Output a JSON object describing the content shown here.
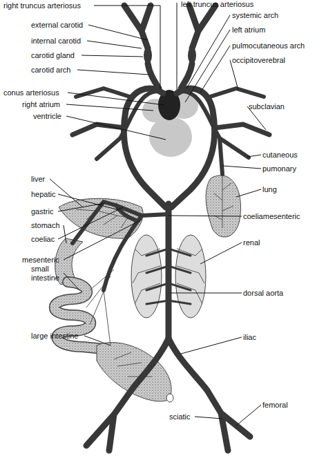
{
  "diagram": {
    "labels": [
      "right truncus arteriosus",
      "left truncus arteriosus",
      "external carotid",
      "systemic arch",
      "internal carotid",
      "left atrium",
      "carotid gland",
      "pulmocutaneous arch",
      "carotid arch",
      "occipitoverebral",
      "conus arteriosus",
      "subclavian",
      "right atrium",
      "ventricle",
      "cutaneous",
      "pumonary",
      "liver",
      "lung",
      "hepatic",
      "gastric",
      "coeliamesenteric",
      "stomach",
      "coeliac",
      "renal",
      "mesenteric",
      "small intestine",
      "dorsal aorta",
      "large intestine",
      "iliac",
      "femoral",
      "sciatic"
    ]
  }
}
